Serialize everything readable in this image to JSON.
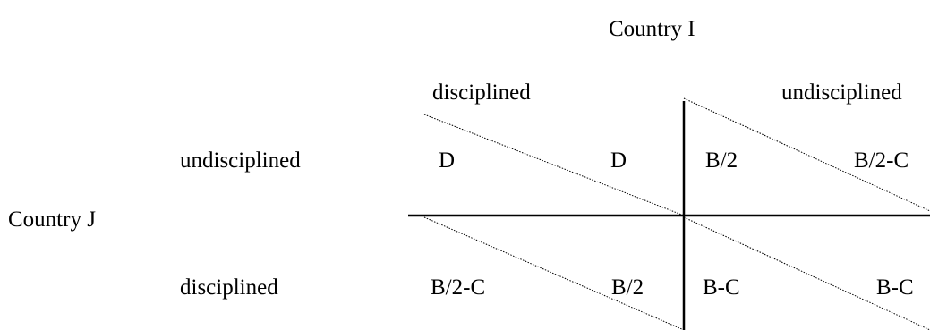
{
  "players": {
    "column": {
      "name": "Country I",
      "strategies": [
        "disciplined",
        "undisciplined"
      ]
    },
    "row": {
      "name": "Country J",
      "strategies": [
        "undisciplined",
        "disciplined"
      ]
    }
  },
  "payoffs": {
    "undisciplined_disciplined": {
      "left": "D",
      "right": "D"
    },
    "undisciplined_undisciplined": {
      "left": "B/2",
      "right": "B/2-C"
    },
    "disciplined_disciplined": {
      "left": "B/2-C",
      "right": "B/2"
    },
    "disciplined_undisciplined": {
      "left": "B-C",
      "right": "B-C"
    }
  }
}
